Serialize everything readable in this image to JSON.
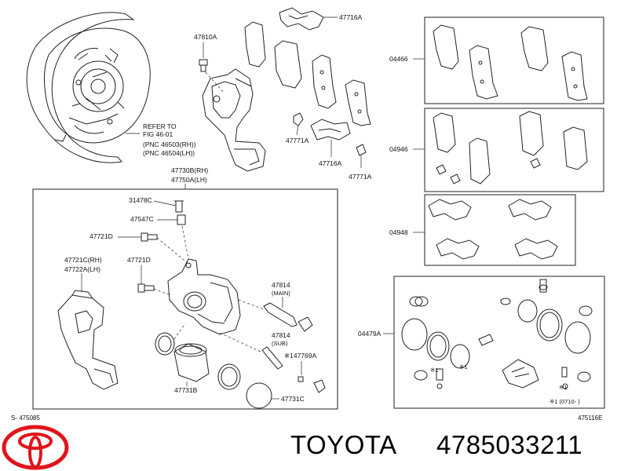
{
  "footer": {
    "brand": "TOYOTA",
    "part_number": "4785033211"
  },
  "corner_labels": {
    "left": "S- 475085",
    "right": "475116E"
  },
  "callouts": {
    "c47810A": "47810A",
    "c47716A_top": "47716A",
    "c04466": "04466",
    "c04946": "04946",
    "c04948": "04948",
    "c04479A": "04479A",
    "refer1": "REFER TO",
    "refer2": "FIG 46-01",
    "refer3": "(PNC 46503(RH))",
    "refer4": "(PNC 46504(LH))",
    "c47771A_1": "47771A",
    "c47716A_2": "47716A",
    "c47771A_2": "47771A",
    "c47730B": "47730B(RH)",
    "c47750A": "47750A(LH)",
    "c31478C": "31478C",
    "c47547C": "47547C",
    "c47721D_1": "47721D",
    "c47721C": "47721C(RH)",
    "c47722A": "47722A(LH)",
    "c47721D_2": "47721D",
    "c47814_main": "47814",
    "c47814_main_sub": "(MAIN)",
    "c47814_sub": "47814",
    "c47814_sub_sub": "(SUB)",
    "c147769A": "※147769A",
    "c47731B": "47731B",
    "c47731C": "47731C",
    "mark1a": "※1",
    "mark1b": "※1",
    "mark1c": "※1",
    "note": "※1 (0710-     )"
  }
}
